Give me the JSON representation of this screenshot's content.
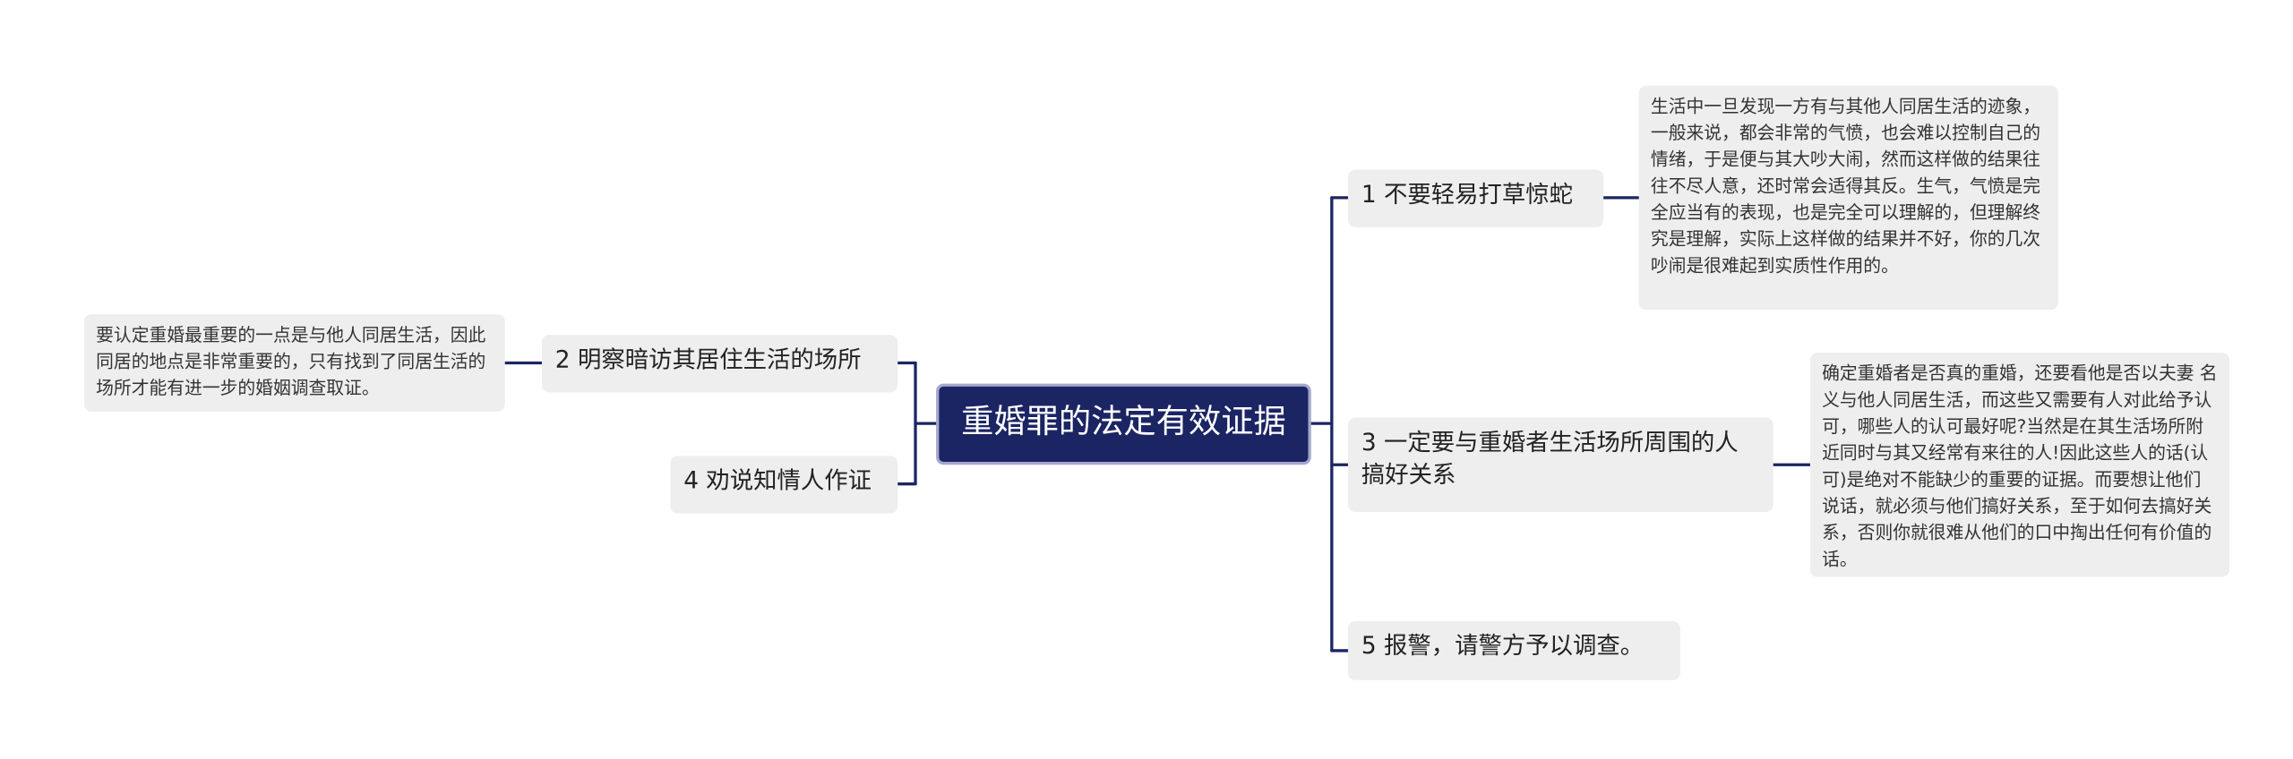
{
  "map": {
    "root": "重婚罪的法定有效证据",
    "branches": {
      "b1": {
        "label": "1 不要轻易打草惊蛇",
        "detail": "生活中一旦发现一方有与其他人同居生活的迹象，一般来说，都会非常的气愤，也会难以控制自己的情绪，于是便与其大吵大闹，然而这样做的结果往往不尽人意，还时常会适得其反。生气，气愤是完全应当有的表现，也是完全可以理解的，但理解终究是理解，实际上这样做的结果并不好，你的几次吵闹是很难起到实质性作用的。"
      },
      "b2": {
        "label": "2 明察暗访其居住生活的场所",
        "detail": "要认定重婚最重要的一点是与他人同居生活，因此同居的地点是非常重要的，只有找到了同居生活的场所才能有进一步的婚姻调查取证。"
      },
      "b3": {
        "label": "3 一定要与重婚者生活场所周围的人搞好关系",
        "detail": "确定重婚者是否真的重婚，还要看他是否以夫妻 名义与他人同居生活，而这些又需要有人对此给予认可，哪些人的认可最好呢?当然是在其生活场所附近同时与其又经常有来往的人!因此这些人的话(认可)是绝对不能缺少的重要的证据。而要想让他们说话，就必须与他们搞好关系，至于如何去搞好关系，否则你就很难从他们的口中掏出任何有价值的话。"
      },
      "b4": {
        "label": "4 劝说知情人作证"
      },
      "b5": {
        "label": "5 报警，请警方予以调查。"
      }
    },
    "line_color": "#1c2563"
  }
}
